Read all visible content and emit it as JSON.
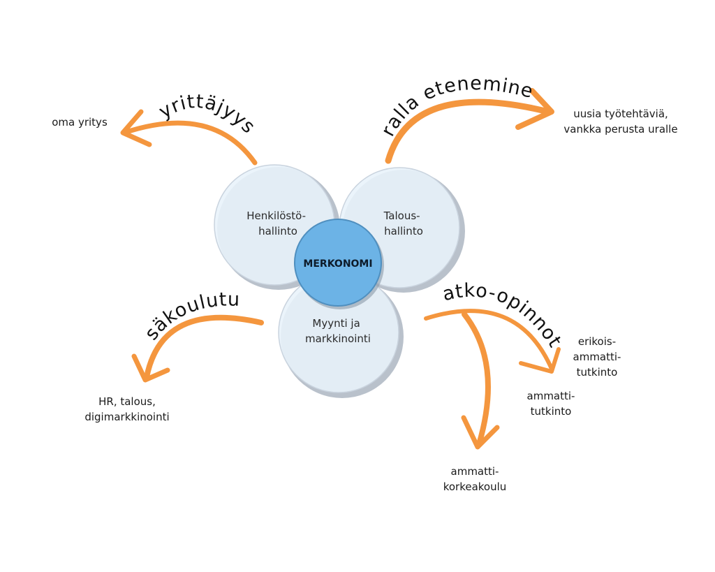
{
  "center": {
    "label": "MERKONOMI"
  },
  "circles": [
    {
      "id": "henkilosto",
      "lines": [
        "Henkilöstö-",
        "hallinto"
      ]
    },
    {
      "id": "talous",
      "lines": [
        "Talous-",
        "hallinto"
      ]
    },
    {
      "id": "myynti",
      "lines": [
        "Myynti ja",
        "markkinointi"
      ]
    }
  ],
  "paths": {
    "yrittajyys": {
      "label": "yrittäjyys",
      "target": [
        "oma yritys"
      ]
    },
    "uralla": {
      "label": "uralla eteneminen",
      "target": [
        "uusia työtehtäviä,",
        "vankka perusta uralle"
      ]
    },
    "lisakoulutus": {
      "label": "lisäkoulutus",
      "target": [
        "HR, talous,",
        "digimarkkinointi"
      ]
    },
    "jatko": {
      "label": "jatko-opinnot",
      "targets": [
        [
          "erikois-",
          "ammatti-",
          "tutkinto"
        ],
        [
          "ammatti-",
          "tutkinto"
        ],
        [
          "ammatti-",
          "korkeakoulu"
        ]
      ]
    }
  },
  "colors": {
    "arrow": "#f4963e",
    "circle_fill": "#e8f2fa",
    "circle_stroke": "#c9d3de",
    "circle_shadow": "#b9c1cb",
    "center_fill": "#6cb3e6",
    "center_stroke": "#4f8fbf"
  }
}
